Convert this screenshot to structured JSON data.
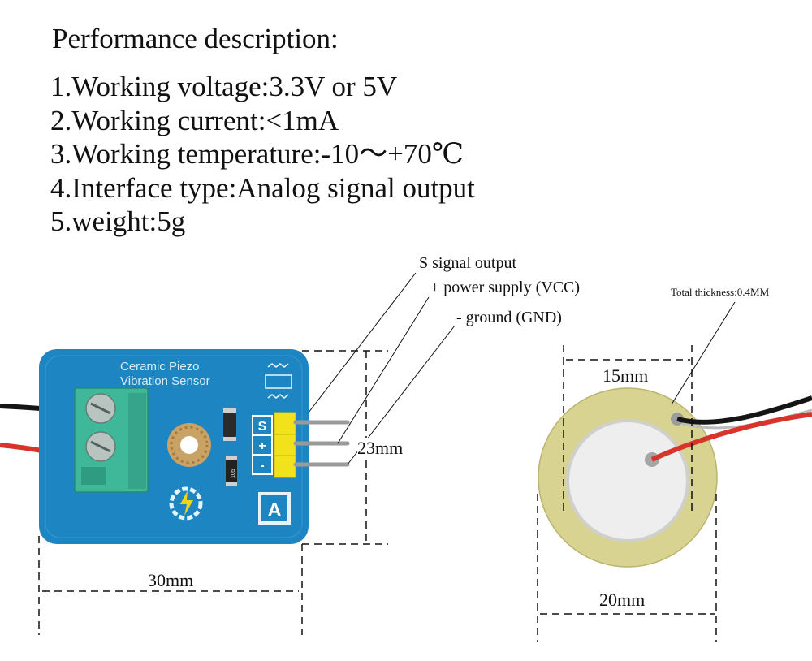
{
  "header": {
    "title": "Performance description:"
  },
  "specs": [
    {
      "text": "1.Working voltage:3.3V or 5V"
    },
    {
      "text": "2.Working current:<1mA"
    },
    {
      "text": "3.Working temperature:-10〜+70℃"
    },
    {
      "text": "4.Interface type:Analog signal output"
    },
    {
      "text": "5.weight:5g"
    }
  ],
  "module": {
    "board_text_line1": "Ceramic Piezo",
    "board_text_line2": "Vibration Sensor",
    "pin_s": "S",
    "pin_plus": "+",
    "pin_minus": "-",
    "resistor_text": "105",
    "logo_letter": "A",
    "board_color": "#1d86c2",
    "terminal_color": "#3fb89a",
    "header_color": "#f2e21b"
  },
  "pin_labels": {
    "signal": "S signal output",
    "vcc": "+ power supply (VCC)",
    "gnd": "- ground (GND)"
  },
  "dimensions": {
    "board_width": "30mm",
    "board_height": "23mm",
    "disc_inner": "15mm",
    "disc_outer": "20mm",
    "thickness": "Total thickness:0.4MM"
  },
  "disc": {
    "brass_color": "#d8d391",
    "ceramic_color": "#eeeeee"
  }
}
